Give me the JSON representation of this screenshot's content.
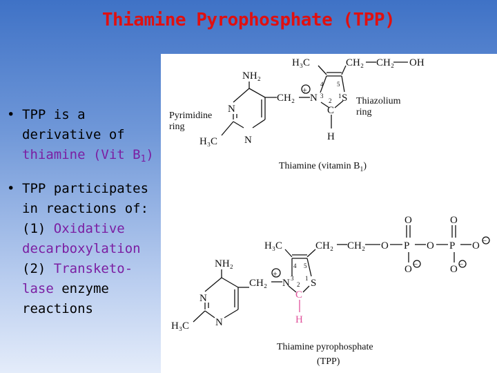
{
  "slide": {
    "title": "Thiamine Pyrophosphate (TPP)",
    "bullets": [
      {
        "line1": "TPP is a",
        "line2": "derivative  of",
        "line3_a": "thiamine (Vit B",
        "line3_sub": "1",
        "line3_b": ")"
      },
      {
        "line1": "TPP participates",
        "line2": "in reactions of:",
        "line3_a": "(1) ",
        "line3_b": "Oxidative",
        "line4": "decarboxylation",
        "line5_a": "(2) ",
        "line5_b": "Transketo-",
        "line6_a": "lase",
        "line6_b": " enzyme",
        "line7": "reactions"
      }
    ]
  },
  "figure_top": {
    "h3c": "H₃C",
    "ch2_a": "CH₂",
    "ch2_b": "CH₂",
    "oh": "OH",
    "nh2": "NH₂",
    "n_ring1": "N",
    "n_ring2": "N",
    "h3c_ring": "H₃C",
    "ch2_link": "CH₂",
    "n_plus": "N",
    "plus": "+",
    "s": "S",
    "c": "C",
    "h": "H",
    "n4": "4",
    "n5": "5",
    "n3": "3",
    "n2": "2",
    "n1": "1",
    "pyr_label_1": "Pyrimidine",
    "pyr_label_2": "ring",
    "thz_label_1": "Thiazolium",
    "thz_label_2": "ring",
    "caption_a": "Thiamine (vitamin B",
    "caption_sub": "1",
    "caption_b": ")"
  },
  "figure_bottom": {
    "h3c": "H₃C",
    "ch2_a": "CH₂",
    "ch2_b": "CH₂",
    "o_link": "O",
    "p1": "P",
    "o_mid": "O",
    "p2": "P",
    "o_end": "O",
    "o_top1": "O",
    "o_top2": "O",
    "o_bot1": "O",
    "o_bot2": "O",
    "minus": "−",
    "nh2": "NH₂",
    "n_ring1": "N",
    "n_ring2": "N",
    "h3c_ring": "H₃C",
    "ch2_link": "CH₂",
    "n_plus": "N",
    "plus": "+",
    "s": "S",
    "c": "C",
    "h": "H",
    "n4": "4",
    "n5": "5",
    "n3": "3",
    "n2": "2",
    "n1": "1",
    "caption_1": "Thiamine pyrophosphate",
    "caption_2": "(TPP)",
    "highlight_color": "#e0509a"
  }
}
